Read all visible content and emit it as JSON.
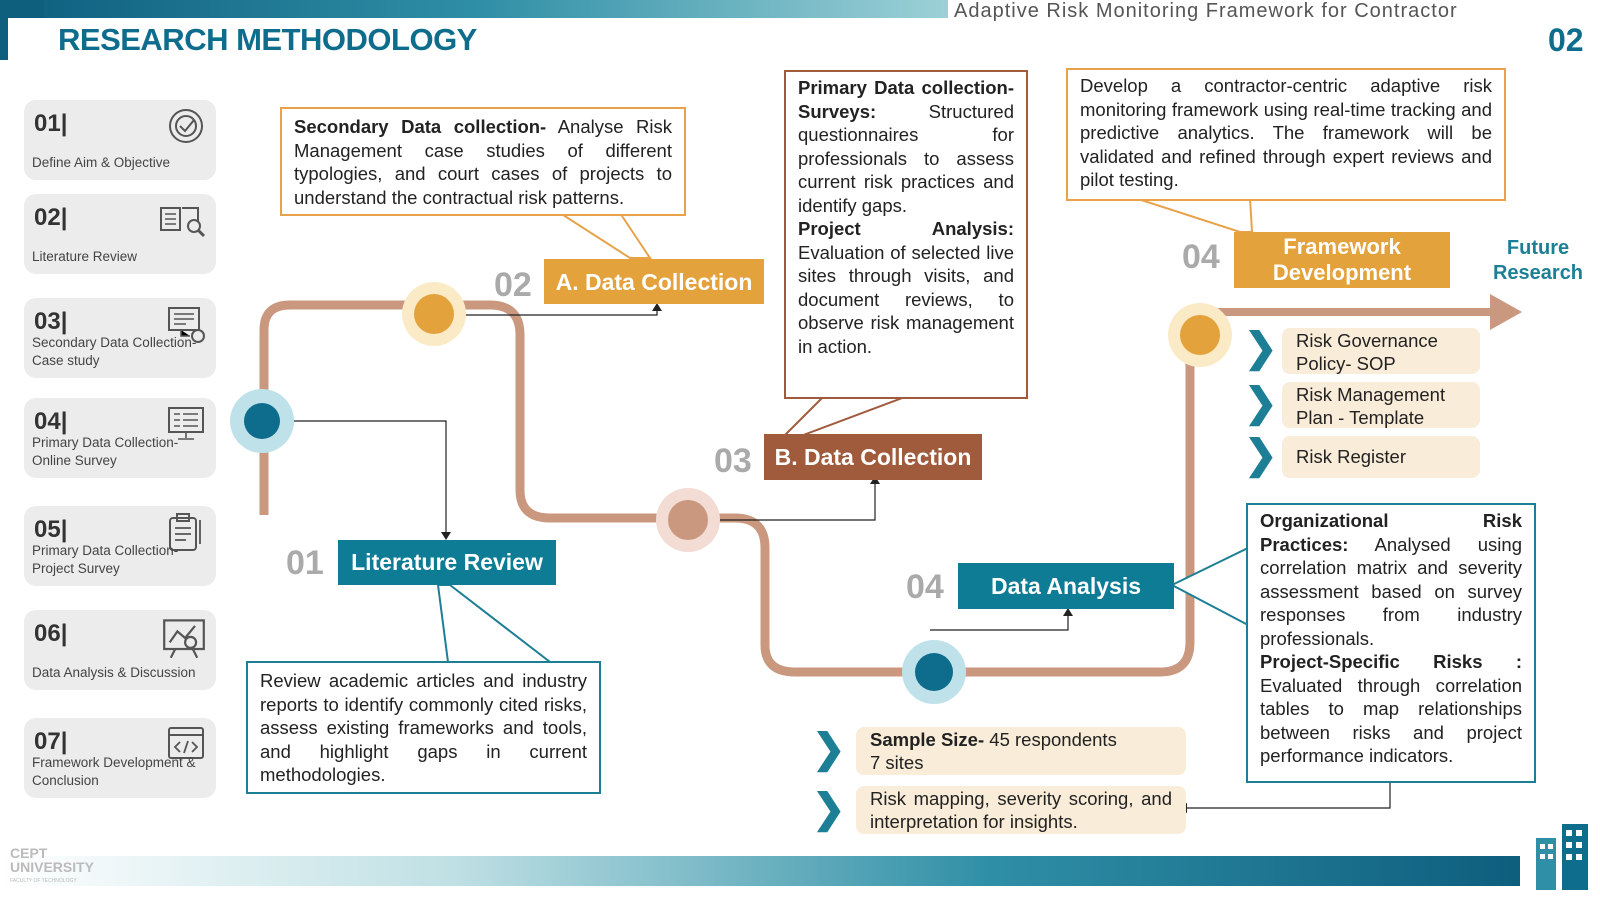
{
  "header": {
    "title": "RESEARCH METHODOLOGY",
    "subtitle": "Adaptive Risk Monitoring Framework for Contractor",
    "page_number": "02"
  },
  "logo": {
    "name": "CEPT",
    "sub": "UNIVERSITY",
    "faculty": "FACULTY OF TECHNOLOGY"
  },
  "steps": [
    {
      "num": "01|",
      "label": "Define Aim & Objective",
      "icon": "target-icon"
    },
    {
      "num": "02|",
      "label": "Literature Review",
      "icon": "book-search-icon"
    },
    {
      "num": "03|",
      "label": "Secondary Data Collection-Case study",
      "icon": "computer-settings-icon"
    },
    {
      "num": "04|",
      "label": "Primary Data Collection- Online Survey",
      "icon": "online-survey-icon"
    },
    {
      "num": "05|",
      "label": "Primary Data Collection- Project Survey",
      "icon": "clipboard-icon"
    },
    {
      "num": "06|",
      "label": "Data Analysis & Discussion",
      "icon": "analytics-board-icon"
    },
    {
      "num": "07|",
      "label": "Framework Development & Conclusion",
      "icon": "code-window-icon"
    }
  ],
  "stages": {
    "lit_review": {
      "num": "01",
      "label": "Literature Review"
    },
    "data_a": {
      "num": "02",
      "label": "A. Data Collection"
    },
    "data_b": {
      "num": "03",
      "label": "B. Data Collection"
    },
    "analysis": {
      "num": "04",
      "label": "Data Analysis"
    },
    "framework": {
      "num": "04",
      "label": "Framework Development"
    }
  },
  "future_research": "Future Research",
  "boxes": {
    "secondary": {
      "bold": "Secondary Data collection-",
      "text": " Analyse Risk Management case studies of different typologies, and court cases of projects to understand the contractual risk patterns."
    },
    "primary": {
      "bold1": "Primary Data collection- Surveys:",
      "text1": " Structured questionnaires for professionals to assess current risk practices and identify gaps.",
      "bold2": "Project Analysis:",
      "text2": " Evaluation of selected live sites through visits, and document reviews, to observe risk management in action."
    },
    "framework": {
      "text": "Develop a contractor-centric adaptive risk monitoring framework using real-time tracking and predictive analytics. The framework will be validated and refined through expert reviews and pilot testing."
    },
    "literature": {
      "text": "Review academic articles and industry reports to identify commonly cited risks, assess existing frameworks and tools, and highlight gaps in current methodologies."
    },
    "analysis": {
      "bold1": "Organizational Risk Practices:",
      "text1": " Analysed using correlation matrix and severity assessment based on survey responses from industry professionals.",
      "bold2": "Project-Specific Risks :",
      "text2": " Evaluated through correlation tables to map relationships between risks and project performance indicators."
    }
  },
  "outputs": [
    "Risk Governance Policy- SOP",
    "Risk Management Plan - Template",
    "Risk Register"
  ],
  "sample": {
    "bold": "Sample Size-",
    "text": " 45 respondents",
    "line2": "7 sites"
  },
  "mapping": "Risk mapping, severity scoring, and interpretation for insights.",
  "colors": {
    "teal": "#0e6d8c",
    "orange": "#e3a23b",
    "brown": "#a05a3c",
    "path": "#c9987e",
    "pale": "#f9ecd8"
  }
}
